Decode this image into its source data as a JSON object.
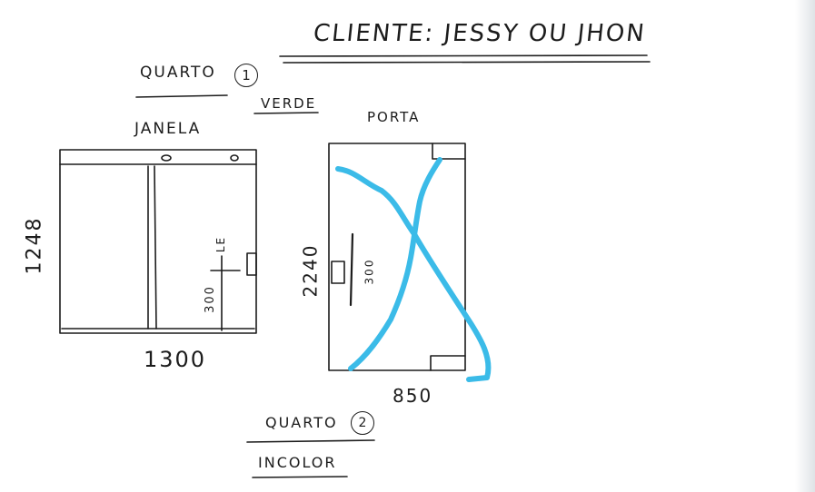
{
  "title": "CLIENTE: JESSY OU JHON",
  "rooms": [
    {
      "label": "QUARTO",
      "number": "1",
      "glass": "VERDE",
      "item": {
        "label": "JANELA",
        "width": "1300",
        "height": "1248",
        "handle_height": "300",
        "handle_note": "LE"
      }
    },
    {
      "label": "QUARTO",
      "number": "2",
      "glass": "INCOLOR"
    }
  ],
  "door": {
    "label": "PORTA",
    "width": "850",
    "height": "2240",
    "handle_length": "300",
    "crossed_out": true,
    "cross_color": "#3bbbe8"
  }
}
